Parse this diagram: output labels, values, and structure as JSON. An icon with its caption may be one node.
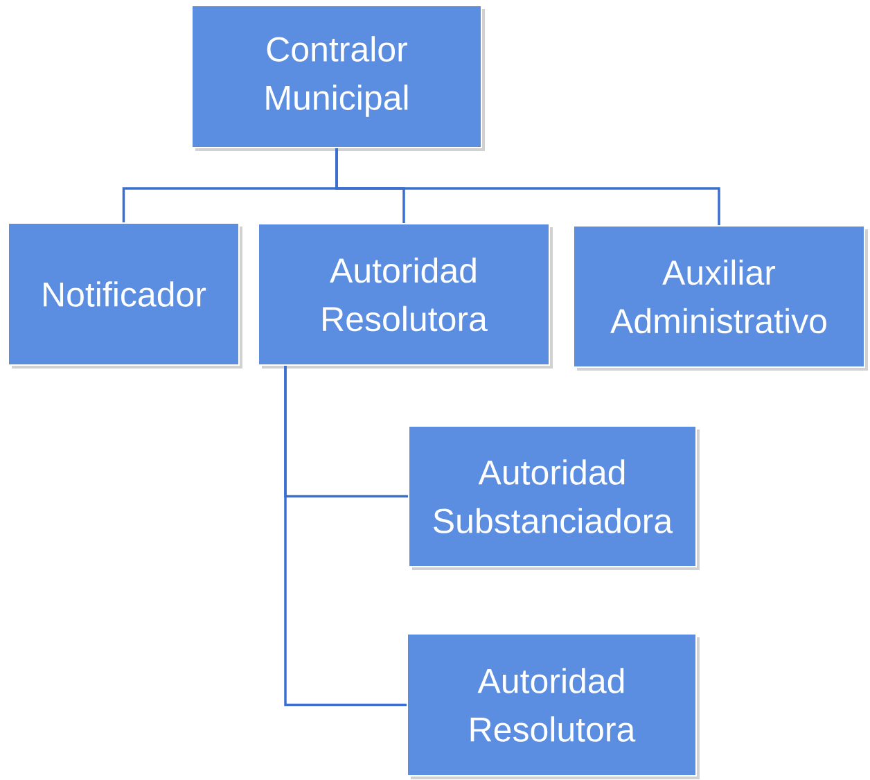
{
  "diagram": {
    "nodes": [
      {
        "text": [
          "Contralor Municipal"
        ]
      },
      {
        "text": [
          "Notificador"
        ]
      },
      {
        "text": [
          "Autoridad Resolutora"
        ]
      },
      {
        "text": [
          "Auxiliar Administrativo"
        ]
      },
      {
        "text": [
          "Autoridad Substanciadora"
        ]
      },
      {
        "text": [
          "Autoridad Resolutora"
        ]
      }
    ],
    "edges": [
      {
        "from": 0,
        "to": 1,
        "arrow": "none"
      },
      {
        "from": 0,
        "to": 2,
        "arrow": "none"
      },
      {
        "from": 0,
        "to": 3,
        "arrow": "none"
      },
      {
        "from": 2,
        "to": 4,
        "arrow": "none"
      },
      {
        "from": 2,
        "to": 5,
        "arrow": "none"
      }
    ]
  }
}
